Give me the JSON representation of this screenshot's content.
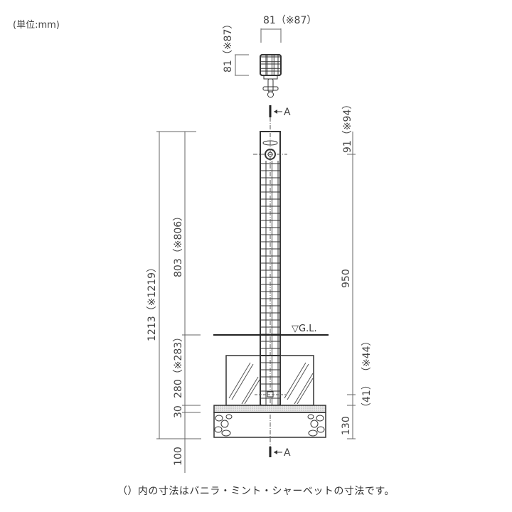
{
  "unit_label": "(単位:mm)",
  "footnote": "（）内の寸法はバニラ・ミント・シャーベットの寸法です。",
  "top_view": {
    "width_label": "81（※87）",
    "depth_label": "81（※87）"
  },
  "section_marker": "A",
  "ground_level_label": "▽G.L.",
  "left_dimensions": {
    "total": "1213（※1219）",
    "above_ground": "803（※806）",
    "below_ground": "280（※283）",
    "sand_layer": "30",
    "gravel_layer": "100"
  },
  "right_dimensions": {
    "top_spout": "91（※94）",
    "post_span": "950",
    "bottom_offset_a": "（41）",
    "bottom_offset_b": "（※44）",
    "base": "130"
  },
  "colors": {
    "line": "#333333",
    "dim_line": "#666666",
    "hatch": "#555555",
    "sand": "#d8d8d8"
  }
}
